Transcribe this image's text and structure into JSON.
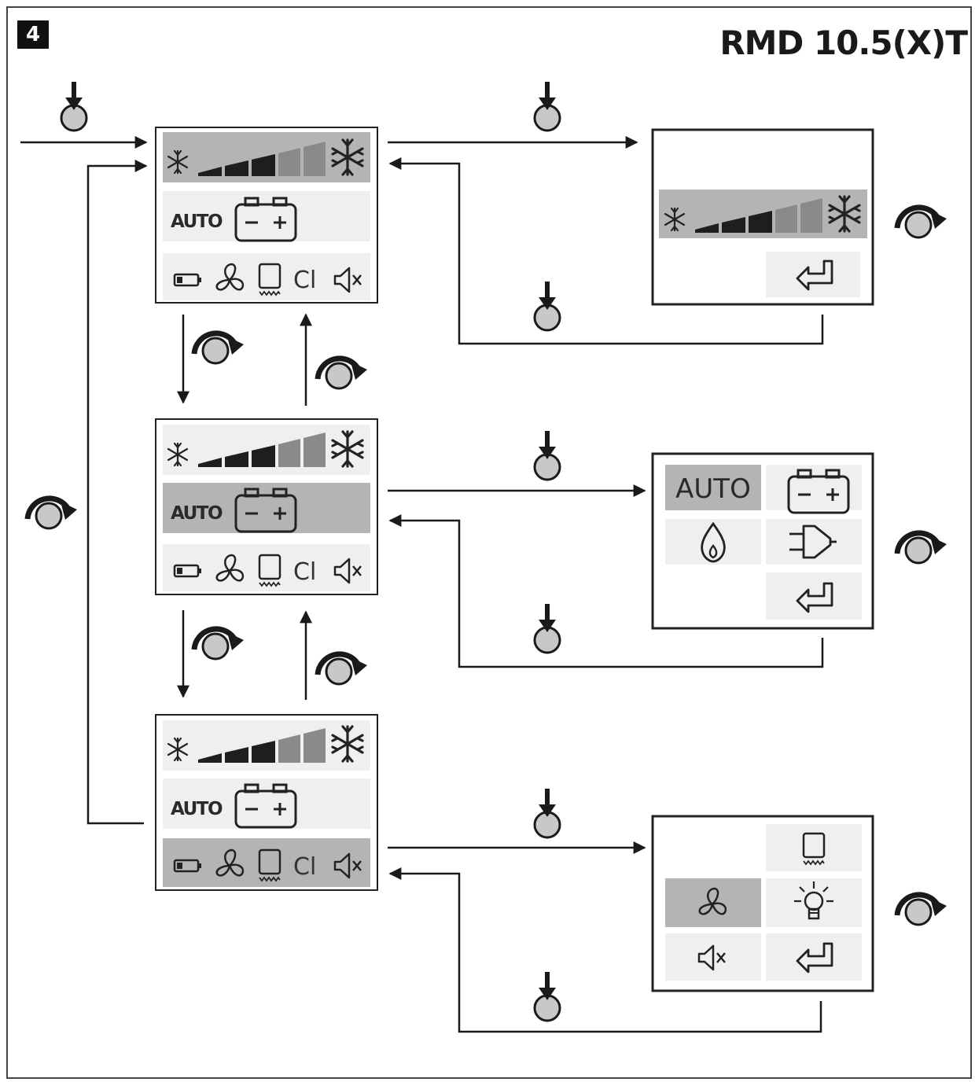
{
  "figure": {
    "number": "4",
    "model": "RMD 10.5(X)T"
  },
  "menu": {
    "auto_label": "AUTO",
    "mode_options": [
      "AUTO"
    ],
    "timer_label": "Cl"
  },
  "icons": {
    "push_button": "push-knob-icon",
    "rotate_button": "rotary-knob-icon",
    "temp_low": "small-snowflake-icon",
    "temp_high": "large-snowflake-icon",
    "battery_mode": "car-battery-icon",
    "gas_mode": "flame-icon",
    "mains_mode": "power-plug-icon",
    "back": "return-arrow-icon",
    "fan": "fan-icon",
    "defrost": "defrost-icon",
    "light": "light-bulb-icon",
    "mute": "speaker-mute-icon",
    "battery_level": "battery-level-icon"
  },
  "colors": {
    "highlight": "#b4b4b4",
    "panel_bg": "#efefef",
    "bar_dark": "#1e1e1e",
    "bar_light": "#8a8a8a",
    "knob_fill": "#c8c8c8"
  }
}
